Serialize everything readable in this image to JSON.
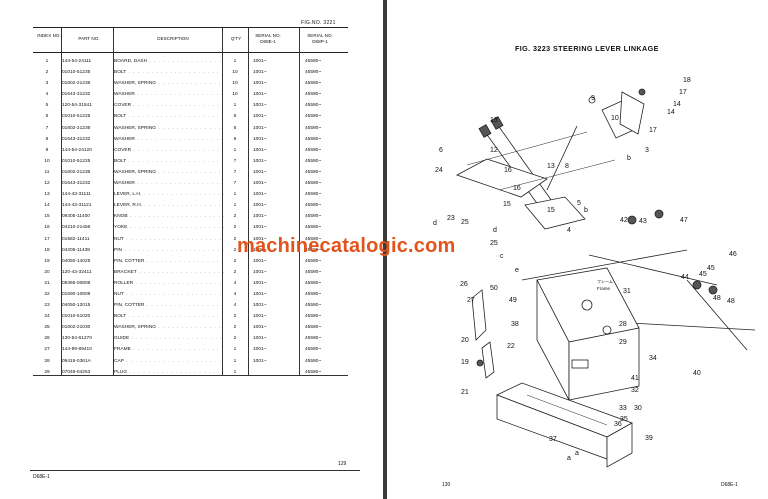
{
  "left_page": {
    "fig_no": "FIG.NO. 3221",
    "headers": {
      "index": "INDEX NO.",
      "part": "PART NO.",
      "description": "DESCRIPTION",
      "qty": "Q'TY",
      "serial1": "SERIAL NO. D68E-1",
      "serial2": "SERIAL NO. D68P-1"
    },
    "rows": [
      {
        "idx": "1",
        "part": "144-54-24111",
        "desc": "BOARD, DASH",
        "qty": "1",
        "s1": "1001~",
        "s2": "45590~"
      },
      {
        "idx": "2",
        "part": "01010-51235",
        "desc": "BOLT",
        "qty": "10",
        "s1": "1001~",
        "s2": "45590~"
      },
      {
        "idx": "3",
        "part": "01602-21236",
        "desc": "WASHER, SPRING",
        "qty": "10",
        "s1": "1001~",
        "s2": "45590~"
      },
      {
        "idx": "4",
        "part": "01643-31232",
        "desc": "WASHER",
        "qty": "10",
        "s1": "1001~",
        "s2": "45590~"
      },
      {
        "idx": "5",
        "part": "120-54-31541",
        "desc": "COVER",
        "qty": "1",
        "s1": "1001~",
        "s2": "45590~"
      },
      {
        "idx": "6",
        "part": "01010-51225",
        "desc": "BOLT",
        "qty": "6",
        "s1": "1001~",
        "s2": "45590~"
      },
      {
        "idx": "7",
        "part": "01602-21236",
        "desc": "WASHER, SPRING",
        "qty": "6",
        "s1": "1001~",
        "s2": "45590~"
      },
      {
        "idx": "8",
        "part": "01643-31232",
        "desc": "WASHER",
        "qty": "6",
        "s1": "1001~",
        "s2": "45590~"
      },
      {
        "idx": "9",
        "part": "144-54-24120",
        "desc": "COVER",
        "qty": "1",
        "s1": "1001~",
        "s2": "45590~"
      },
      {
        "idx": "10",
        "part": "01010-51225",
        "desc": "BOLT",
        "qty": "7",
        "s1": "1001~",
        "s2": "45590~"
      },
      {
        "idx": "11",
        "part": "01602-21236",
        "desc": "WASHER, SPRING",
        "qty": "7",
        "s1": "1001~",
        "s2": "45590~"
      },
      {
        "idx": "12",
        "part": "01643-31232",
        "desc": "WASHER",
        "qty": "7",
        "s1": "1001~",
        "s2": "45590~"
      },
      {
        "idx": "13",
        "part": "144-43-31111",
        "desc": "LEVER, L.H.",
        "qty": "1",
        "s1": "1001~",
        "s2": "45590~"
      },
      {
        "idx": "14",
        "part": "144-43-31121",
        "desc": "LEVER, R.H.",
        "qty": "1",
        "s1": "1001~",
        "s2": "45590~"
      },
      {
        "idx": "15",
        "part": "09305-11400",
        "desc": "KNOB",
        "qty": "2",
        "s1": "1001~",
        "s2": "45590~"
      },
      {
        "idx": "16",
        "part": "04210-21456",
        "desc": "YOKE",
        "qty": "2",
        "s1": "1001~",
        "s2": "45590~"
      },
      {
        "idx": "17",
        "part": "01582-11411",
        "desc": "NUT",
        "qty": "2",
        "s1": "1001~",
        "s2": "45590~"
      },
      {
        "idx": "18",
        "part": "04205-11438",
        "desc": "PIN",
        "qty": "2",
        "s1": "1001~",
        "s2": "45590~"
      },
      {
        "idx": "19",
        "part": "04050-14025",
        "desc": "PIN, COTTER",
        "qty": "2",
        "s1": "1001~",
        "s2": "45590~"
      },
      {
        "idx": "20",
        "part": "120-43-32411",
        "desc": "BRACKET",
        "qty": "2",
        "s1": "1001~",
        "s2": "45590~"
      },
      {
        "idx": "21",
        "part": "09365-00808",
        "desc": "ROLLER",
        "qty": "4",
        "s1": "1001~",
        "s2": "45590~"
      },
      {
        "idx": "22",
        "part": "01590-10809",
        "desc": "NUT",
        "qty": "4",
        "s1": "1001~",
        "s2": "45590~"
      },
      {
        "idx": "23",
        "part": "04050-12015",
        "desc": "PIN, COTTER",
        "qty": "4",
        "s1": "1001~",
        "s2": "45590~"
      },
      {
        "idx": "24",
        "part": "01010-51020",
        "desc": "BOLT",
        "qty": "2",
        "s1": "1001~",
        "s2": "45590~"
      },
      {
        "idx": "25",
        "part": "01602-21030",
        "desc": "WASHER, SPRING",
        "qty": "2",
        "s1": "1001~",
        "s2": "45590~"
      },
      {
        "idx": "26",
        "part": "130-54-61270",
        "desc": "GUIDE",
        "qty": "2",
        "s1": "1001~",
        "s2": "45590~"
      },
      {
        "idx": "27",
        "part": "144-99-89410",
        "desc": "FRAME",
        "qty": "1",
        "s1": "1001~",
        "s2": "45590~"
      },
      {
        "idx": "28",
        "part": "09415-0361A",
        "desc": "CAP",
        "qty": "1",
        "s1": "1001~",
        "s2": "45590~"
      },
      {
        "idx": "29",
        "part": "07049-04253",
        "desc": "PLUG",
        "qty": "1",
        "s1": "",
        "s2": "45590~"
      }
    ],
    "footer_model": "D68E-1",
    "page_number": "129"
  },
  "right_page": {
    "fig_title": "FIG. 3223  STEERING LEVER LINKAGE",
    "callouts": [
      "18",
      "17",
      "14",
      "14",
      "9",
      "10",
      "3",
      "17",
      "13",
      "12",
      "13",
      "6",
      "24",
      "16",
      "16",
      "15",
      "15",
      "8",
      "5",
      "b",
      "b",
      "c",
      "d",
      "d",
      "23",
      "25",
      "25",
      "e",
      "4",
      "42",
      "43",
      "47",
      "48",
      "44",
      "45",
      "45",
      "46",
      "48",
      "26",
      "27",
      "50",
      "49",
      "38",
      "20",
      "22",
      "19",
      "21",
      "31",
      "28",
      "29",
      "34",
      "40",
      "41",
      "32",
      "33",
      "30",
      "35",
      "36",
      "37",
      "39",
      "a",
      "a"
    ],
    "frame_note": "フレーム",
    "frame_label": "Frame",
    "page_number": "130",
    "footer_model": "D68E-1"
  },
  "watermark": "machinecatalogic.com"
}
